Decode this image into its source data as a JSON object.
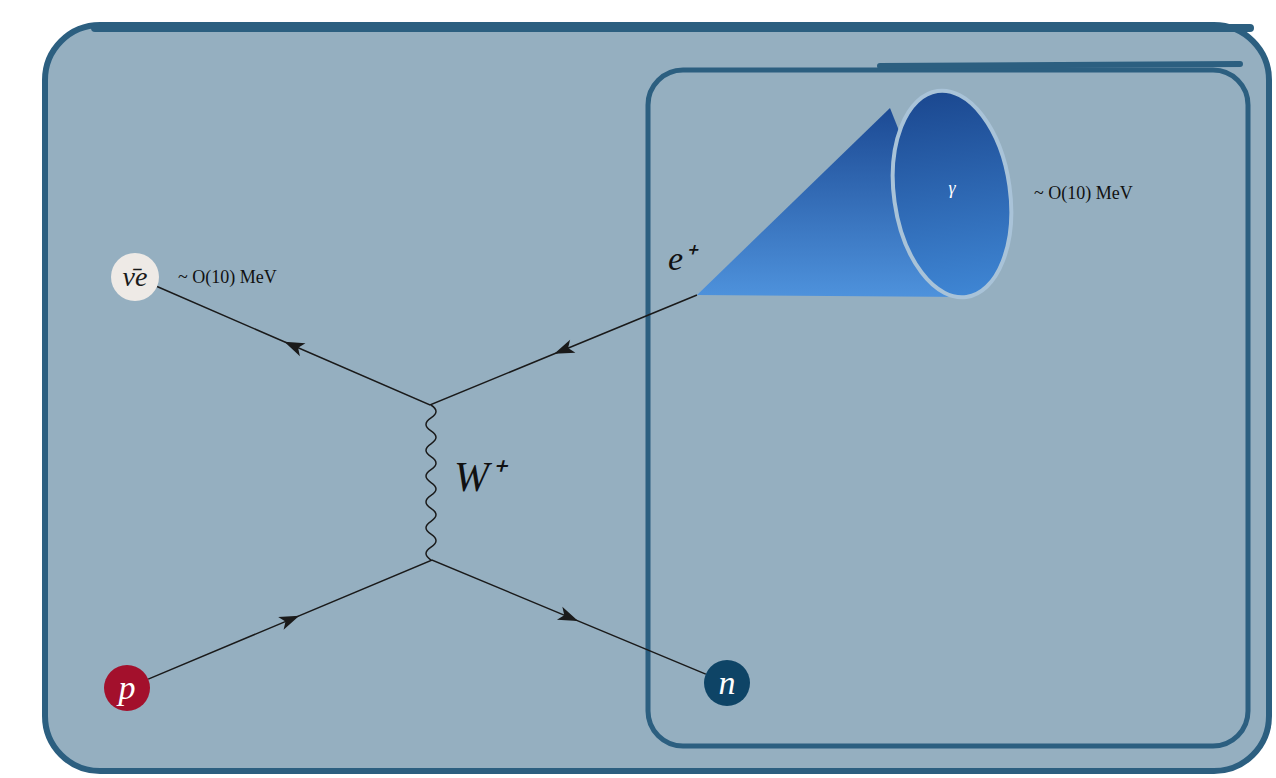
{
  "diagram": {
    "nodes": [
      {
        "text": [
          "γ"
        ]
      },
      {
        "text": [
          "ν̄e"
        ]
      },
      {
        "text": [
          "p"
        ]
      },
      {
        "text": [
          "n"
        ]
      }
    ],
    "edges": [
      {
        "from": 0,
        "to": 1,
        "arrow": "to"
      },
      {
        "from": 2,
        "to": 3,
        "arrow": "to"
      }
    ],
    "labels": [
      "~ O(10) MeV",
      "e⁺",
      "~ O(10) MeV",
      "W⁺"
    ]
  }
}
